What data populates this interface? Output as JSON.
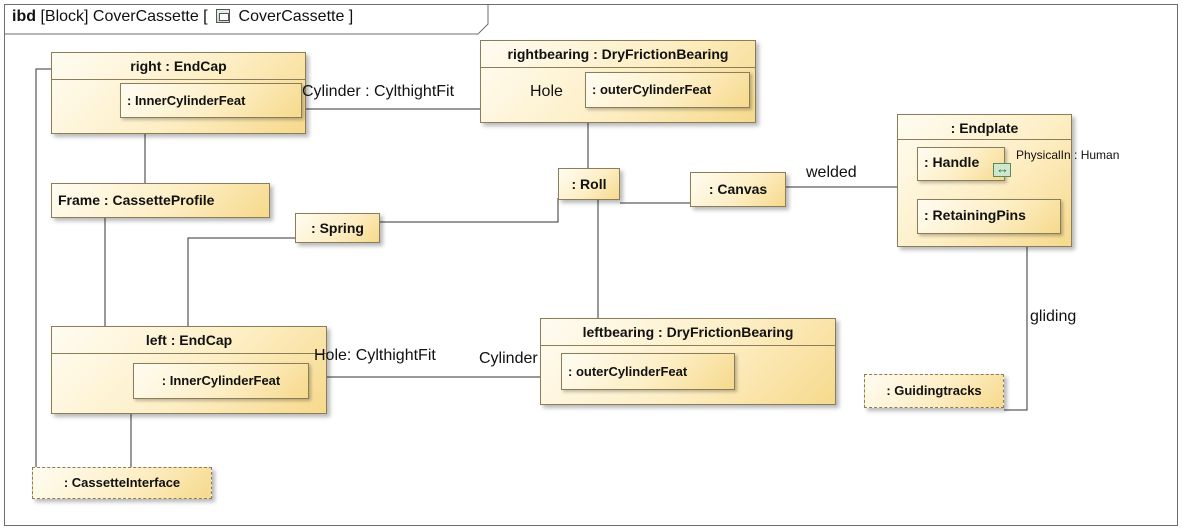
{
  "diagram": {
    "frame_kind": "ibd",
    "frame_name_text": "[Block] CoverCassette [",
    "frame_block_name": "CoverCassette ]"
  },
  "parts": {
    "right": {
      "title": "right : EndCap",
      "inner": ": InnerCylinderFeat"
    },
    "rightbearing": {
      "title": "rightbearing : DryFrictionBearing",
      "inner": ": outerCylinderFeat"
    },
    "frame": {
      "title": "Frame : CassetteProfile"
    },
    "spring": {
      "title": ": Spring"
    },
    "roll": {
      "title": ": Roll"
    },
    "canvas": {
      "title": ": Canvas"
    },
    "endplate": {
      "title": ": Endplate",
      "handle": ": Handle",
      "retaining": ": RetainingPins"
    },
    "left": {
      "title": "left : EndCap",
      "inner": ": InnerCylinderFeat"
    },
    "leftbearing": {
      "title": "leftbearing : DryFrictionBearing",
      "inner": ": outerCylinderFeat"
    },
    "guidingtracks": {
      "title": ": Guidingtracks"
    },
    "cassetteinterface": {
      "title": ": CassetteInterface"
    }
  },
  "connector_labels": {
    "top_cylinder": "Cylinder : CylthightFit",
    "top_hole": "Hole",
    "welded": "welded",
    "physical": "PhysicalIn : Human",
    "gliding": "gliding",
    "bottom_hole": "Hole: CylthightFit",
    "bottom_cylinder": "Cylinder"
  }
}
